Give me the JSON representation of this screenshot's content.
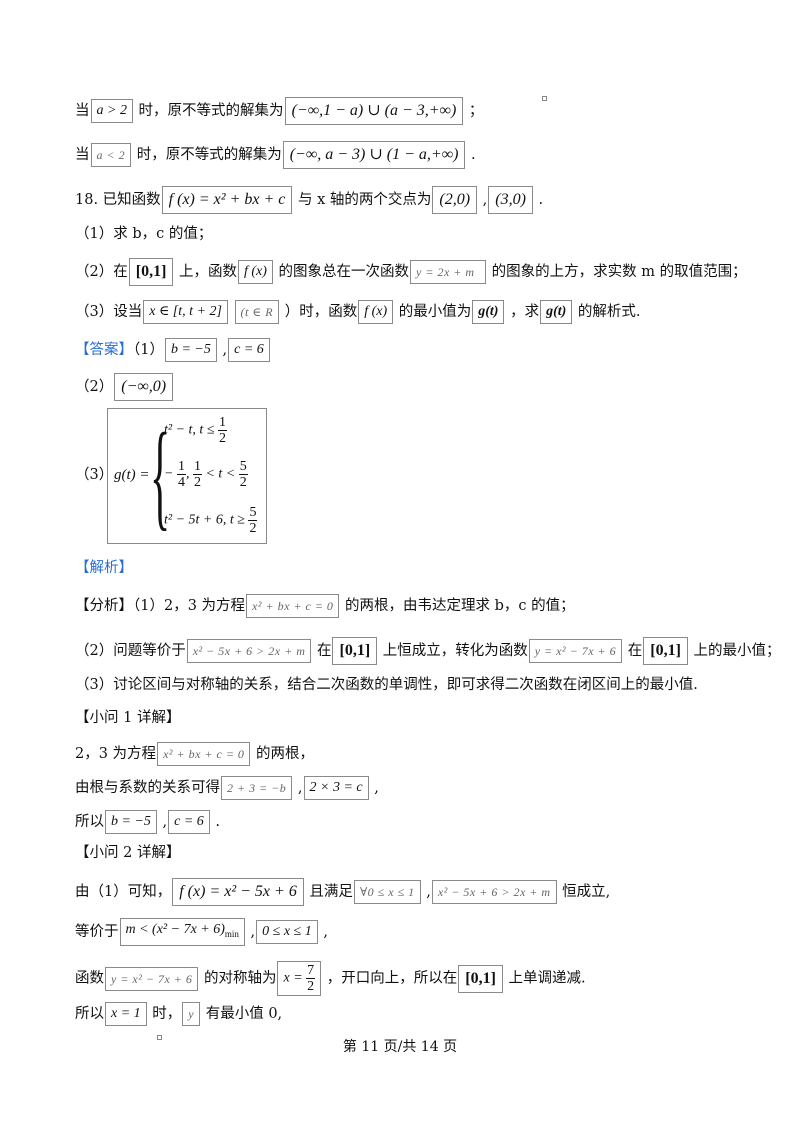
{
  "lines": {
    "l1": {
      "pre": "当",
      "m1": "a > 2",
      "mid": " 时，原不等式的解集为",
      "m2": "(−∞,1 − a) ∪ (a − 3,+∞)",
      "post": " ；"
    },
    "l2": {
      "pre": "当",
      "m1": "a < 2",
      "mid": " 时，原不等式的解集为",
      "m2": "(−∞, a − 3) ∪ (1 − a,+∞)",
      "post": " ."
    },
    "q18": {
      "pre": "18. 已知函数",
      "m1": "f (x) = x² + bx + c",
      "mid": " 与 x 轴的两个交点为",
      "m2": "(2,0)",
      "sep": " ,",
      "m3": "(3,0)",
      "post": "  ."
    },
    "q1": {
      "text": "（1）求 b，c 的值；"
    },
    "q2": {
      "pre": "（2）在",
      "m1": "[0,1]",
      "a": " 上，函数",
      "m2": "f (x)",
      "b": " 的图象总在一次函数",
      "m3": "y = 2x + m",
      "c": " 的图象的上方，求实数 m 的取值范围；"
    },
    "q3": {
      "pre": "（3）设当",
      "m1": "x ∈ [t, t + 2]",
      "a": " ",
      "m2": "(t ∈ R",
      "b": " ）时，函数",
      "m3": "f (x)",
      "c": " 的最小值为",
      "m4": "g(t)",
      "d": " ，求",
      "m5": "g(t)",
      "e": " 的解析式."
    },
    "ans1": {
      "label": "【答案】",
      "pre": "（1）",
      "m1": "b = −5",
      "sep": " ,",
      "m2": "c = 6"
    },
    "ans2": {
      "pre": "（2）",
      "m1": "(−∞,0)"
    },
    "ans3": {
      "pre": "（3）",
      "g": "g(t) =",
      "r1a": "t² − t, t ≤ ",
      "r1n": "1",
      "r1d": "2",
      "r2a": "− ",
      "r2n1": "1",
      "r2d1": "4",
      "r2b": ", ",
      "r2n2": "1",
      "r2d2": "2",
      "r2c": " < t < ",
      "r2n3": "5",
      "r2d3": "2",
      "r3a": "t² − 5t + 6, t ≥ ",
      "r3n": "5",
      "r3d": "2"
    },
    "jx": {
      "label": "【解析】"
    },
    "fx1": {
      "pre": "【分析】（1）2，3 为方程",
      "m1": "x² + bx + c = 0",
      "post": " 的两根，由韦达定理求 b，c 的值；"
    },
    "fx2": {
      "pre": "（2）问题等价于",
      "m1": "x² − 5x + 6 > 2x + m",
      "a": " 在",
      "m2": "[0,1]",
      "b": " 上恒成立，转化为函数",
      "m3": "y = x² − 7x + 6",
      "c": " 在",
      "m4": "[0,1]",
      "d": " 上的最小值；"
    },
    "fx3": {
      "text": "（3）讨论区间与对称轴的关系，结合二次函数的单调性，即可求得二次函数在闭区间上的最小值."
    },
    "x1": {
      "text": "【小问 1 详解】"
    },
    "x1a": {
      "pre": "2，3 为方程",
      "m1": "x² + bx + c = 0",
      "post": " 的两根，"
    },
    "x1b": {
      "pre": "由根与系数的关系可得",
      "m1": "2 + 3 = −b",
      "sep": " ,",
      "m2": "2 × 3 = c",
      "post": " ,"
    },
    "x1c": {
      "pre": "所以",
      "m1": "b = −5",
      "sep": " ,",
      "m2": "c = 6",
      "post": " ."
    },
    "x2": {
      "text": "【小问 2 详解】"
    },
    "x2a": {
      "pre": "由（1）可知，",
      "m1": "f (x) = x² − 5x + 6",
      "a": " 且满足",
      "m2": "∀0 ≤ x ≤ 1",
      "b": " ,",
      "m3": "x² − 5x + 6 > 2x + m",
      "c": "  恒成立,"
    },
    "x2b": {
      "pre": "等价于",
      "m1": "m < (x² − 7x + 6)",
      "sub": "min",
      "sep": " ,",
      "m2": "0 ≤ x ≤ 1",
      "post": " ,"
    },
    "x2c": {
      "pre": "函数",
      "m1": "y = x² − 7x + 6",
      "a": " 的对称轴为",
      "m2a": "x = ",
      "m2n": "7",
      "m2d": "2",
      "b": " ，开口向上，所以在",
      "m3": "[0,1]",
      "c": "  上单调递减."
    },
    "x2d": {
      "pre": "所以",
      "m1": "x = 1",
      "a": " 时，",
      "m2": "y",
      "b": "  有最小值 0,"
    }
  },
  "footer": "第 11 页/共 14 页"
}
